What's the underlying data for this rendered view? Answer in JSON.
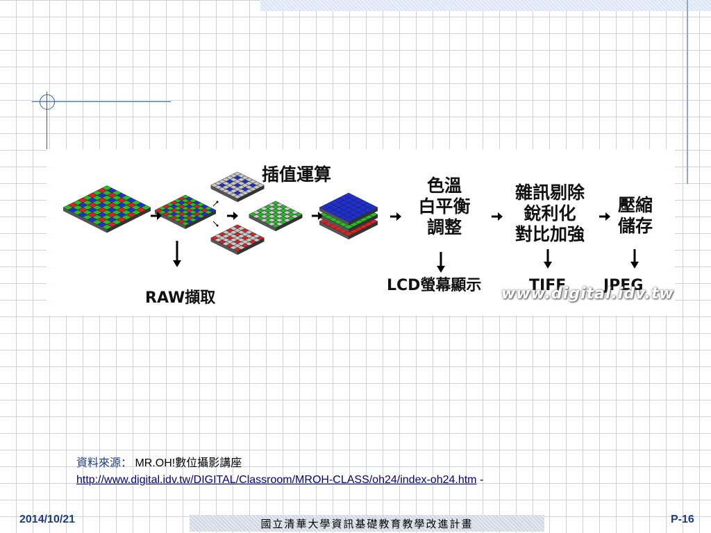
{
  "diagram": {
    "steps": {
      "interpolation": "插值運算",
      "color_adjust": [
        "色溫",
        "白平衡",
        "調整"
      ],
      "noise": [
        "雜訊剔除",
        "銳利化",
        "對比加強"
      ],
      "compress": [
        "壓縮",
        "儲存"
      ]
    },
    "outputs": {
      "raw": "RAW擷取",
      "lcd": "LCD螢幕顯示",
      "tiff": "TIFF",
      "jpeg": "JPEG"
    },
    "watermark": "www.digital.idv.tw",
    "colors": {
      "red": "#e02020",
      "green": "#22c022",
      "blue": "#1f2fd6",
      "gray": "#c8c8c8"
    }
  },
  "source": {
    "label": "資料來源：",
    "title": "MR.OH!數位攝影講座",
    "url": "http://www.digital.idv.tw/DIGITAL/Classroom/MROH-CLASS/oh24/index-oh24.htm",
    "trailing": "-"
  },
  "footer": {
    "date": "2014/10/21",
    "center": "國立清華大學資訊基礎教育教學改進計畫",
    "page": "P-16"
  }
}
